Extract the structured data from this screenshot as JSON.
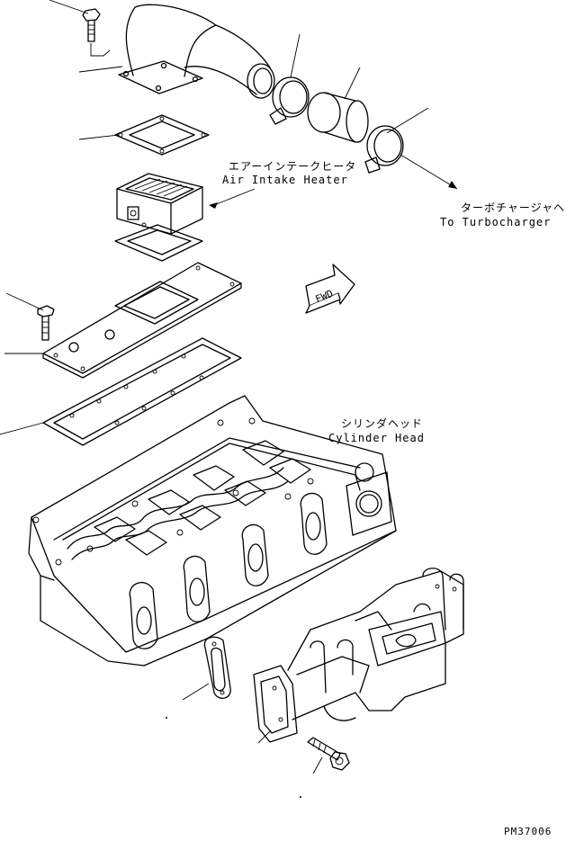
{
  "labels": {
    "air_intake_heater_jp": "エアーインテークヒータ",
    "air_intake_heater_en": "Air Intake Heater",
    "to_turbocharger_jp": "ターボチャージャヘ",
    "to_turbocharger_en": "To Turbocharger",
    "cylinder_head_jp": "シリンダヘッド",
    "cylinder_head_en": "Cylinder Head",
    "fwd_mark": "FWD",
    "drawing_number": "PM37006"
  }
}
